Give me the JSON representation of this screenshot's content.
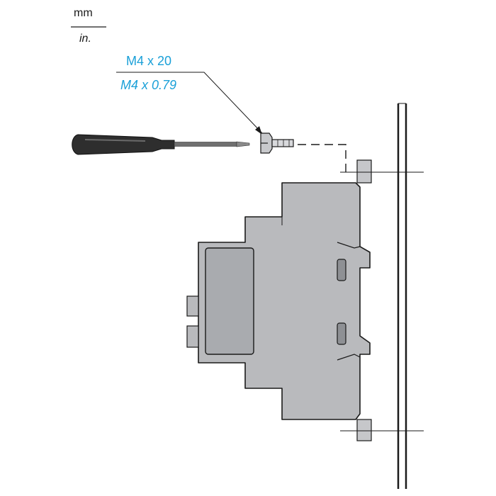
{
  "units": {
    "metric": "mm",
    "imperial": "in."
  },
  "screw_callout": {
    "metric": "M4 x 20",
    "imperial": "M4 x 0.79"
  },
  "colors": {
    "line": "#1a1a1a",
    "body_fill": "#b9babd",
    "body_dark": "#9c9ea2",
    "callout_text": "#1aa0d8",
    "screwdriver_handle": "#2e2e2e",
    "screwdriver_shaft": "#707070"
  },
  "icons": {
    "tool": "screwdriver",
    "fastener": "screw",
    "device": "din-rail-module"
  }
}
